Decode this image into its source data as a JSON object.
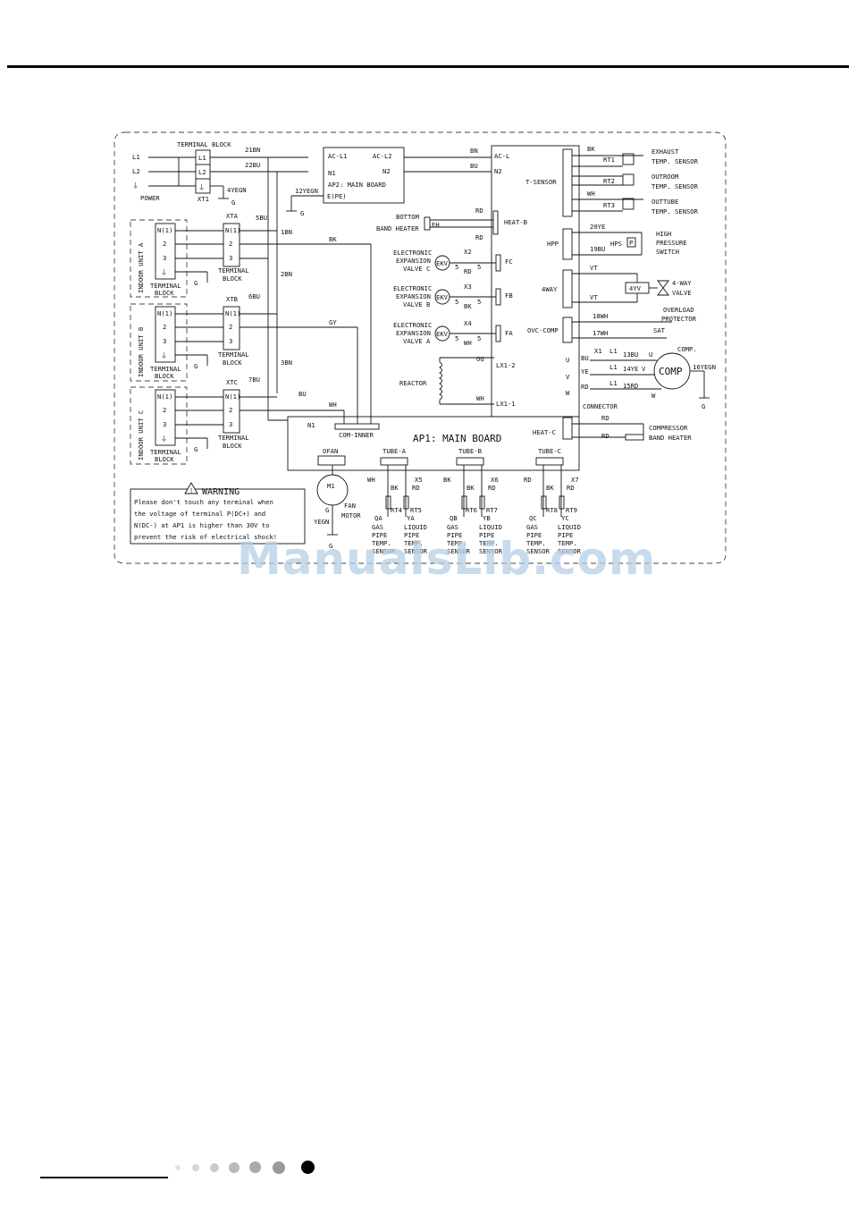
{
  "power": {
    "l1": "L1",
    "l2": "L2",
    "ground": "⏚",
    "label": "POWER",
    "terminal_block_title": "TERMINAL BLOCK",
    "xt1": "XT1",
    "t_l1": "L1",
    "t_l2": "L2",
    "wire_4": "4YEGN",
    "g": "G"
  },
  "ap2": {
    "ac_l1": "AC-L1",
    "ac_l2": "AC-L2",
    "n1": "N1",
    "n2": "N2",
    "title": "AP2: MAIN BOARD",
    "epe": "E(PE)",
    "wire_21": "21BN",
    "wire_22": "22BU",
    "wire_12": "12YEGN",
    "g": "G"
  },
  "indoor": [
    {
      "name": "INDOOR UNIT A",
      "xt": "XTA",
      "tb_label": "TERMINAL\nBLOCK",
      "pins": [
        "N(1)",
        "2",
        "3"
      ],
      "wire": "5BU",
      "g": "G"
    },
    {
      "name": "INDOOR UNIT B",
      "xt": "XTB",
      "tb_label": "TERMINAL\nBLOCK",
      "pins": [
        "N(1)",
        "2",
        "3"
      ],
      "wire": "6BU",
      "g": "G"
    },
    {
      "name": "INDOOR UNIT C",
      "xt": "XTC",
      "tb_label": "TERMINAL\nBLOCK",
      "pins": [
        "N(1)",
        "2",
        "3"
      ],
      "wire": "7BU",
      "g": "G"
    }
  ],
  "terminal_block": "TERMINAL\nBLOCK",
  "terminal_block_l1": "TERMINAL",
  "terminal_block_l2": "BLOCK",
  "wires": {
    "bn1": "1BN",
    "bn2": "2BN",
    "bn3": "3BN",
    "bk": "BK",
    "gy": "GY",
    "bu": "BU",
    "wh": "WH",
    "n1": "N1",
    "com_inner": "COM-INNER"
  },
  "ap1_right": {
    "bn": "BN",
    "ac_l": "AC-L",
    "bu": "BU",
    "n2": "N2",
    "t_sensor": "T-SENSOR",
    "rd": "RD",
    "heat_b": "HEAT-B",
    "bottom_band": "BOTTOM",
    "band_heater": "BAND HEATER",
    "eh": "EH",
    "fc": "FC",
    "fb": "FB",
    "fa": "FA",
    "lx12": "LX1-2",
    "lx11": "LX1-1",
    "og": "OG",
    "wh": "WH",
    "reactor": "REACTOR"
  },
  "ekv": [
    {
      "l1": "ELECTRONIC",
      "l2": "EXPANSION",
      "l3": "VALVE C",
      "x": "X2",
      "c": "RD",
      "n": "5"
    },
    {
      "l1": "ELECTRONIC",
      "l2": "EXPANSION",
      "l3": "VALVE B",
      "x": "X3",
      "c": "BK",
      "n": "5"
    },
    {
      "l1": "ELECTRONIC",
      "l2": "EXPANSION",
      "l3": "VALVE A",
      "x": "X4",
      "c": "WH",
      "n": "5"
    }
  ],
  "ekv_label": "EKV",
  "sensors": [
    {
      "rt": "RT1",
      "c": "BK",
      "l1": "EXHAUST",
      "l2": "TEMP. SENSOR"
    },
    {
      "rt": "RT2",
      "c": "",
      "l1": "OUTROOM",
      "l2": "TEMP. SENSOR"
    },
    {
      "rt": "RT3",
      "c": "WH",
      "l1": "OUTTUBE",
      "l2": "TEMP. SENSOR"
    }
  ],
  "hpp": {
    "label": "HPP",
    "w20": "20YE",
    "w19": "19BU",
    "hps": "HPS",
    "p": "P",
    "l1": "HIGH",
    "l2": "PRESSURE",
    "l3": "SWITCH"
  },
  "fourway": {
    "label": "4WAY",
    "vt1": "VT",
    "vt2": "VT",
    "yv": "4YV",
    "l1": "4-WAY",
    "l2": "VALVE"
  },
  "ovc": {
    "label": "OVC-COMP",
    "w18": "18WH",
    "w17": "17WH",
    "sat": "SAT",
    "l1": "OVERLOAD",
    "l2": "PROTECTOR"
  },
  "comp": {
    "title": "COMP.",
    "label": "COMP",
    "x1": "X1",
    "bu": "BU",
    "ye": "YE",
    "rd": "RD",
    "l1a": "L1",
    "l1b": "L1",
    "l1c": "L1",
    "w13": "13BU",
    "w14": "14YE",
    "w15": "15RD",
    "u": "U",
    "v": "V",
    "w": "W",
    "u2": "U",
    "v2": "V",
    "w2": "W",
    "w16": "16YEGN",
    "g": "G",
    "connector": "CONNECTOR"
  },
  "heatc": {
    "label": "HEAT-C",
    "rd1": "RD",
    "rd2": "RD",
    "l1": "COMPRESSOR",
    "l2": "BAND HEATER"
  },
  "ap1": {
    "title": "AP1: MAIN BOARD"
  },
  "fan": {
    "ofan": "OFAN",
    "m1": "M1",
    "g": "G",
    "yegn": "YEGN",
    "g2": "G",
    "l1": "FAN",
    "l2": "MOTOR"
  },
  "tubes": [
    {
      "name": "TUBE-A",
      "c1": "WH",
      "x": "X5",
      "k": "BK",
      "r": "RD",
      "rt_a": "RT4",
      "rt_b": "RT5",
      "qa": "QA",
      "ya": "YA"
    },
    {
      "name": "TUBE-B",
      "c1": "BK",
      "x": "X6",
      "k": "BK",
      "r": "RD",
      "rt_a": "RT6",
      "rt_b": "RT7",
      "qa": "QB",
      "ya": "YB"
    },
    {
      "name": "TUBE-C",
      "c1": "RD",
      "x": "X7",
      "k": "BK",
      "r": "RD",
      "rt_a": "RT8",
      "rt_b": "RT9",
      "qa": "QC",
      "ya": "YC"
    }
  ],
  "tube_labels": {
    "gas": [
      "GAS",
      "PIPE",
      "TEMP.",
      "SENSOR"
    ],
    "liquid": [
      "LIQUID",
      "PIPE",
      "TEMP.",
      "SENSOR"
    ]
  },
  "warning": {
    "title": "WARNING",
    "lines": [
      "Please don't touch any terminal when",
      "the voltage of terminal P(DC+) and",
      "N(DC-) at AP1 is higher than 30V to",
      "prevent the risk of electrical shock!"
    ]
  },
  "watermark": "ManualsLib.com"
}
